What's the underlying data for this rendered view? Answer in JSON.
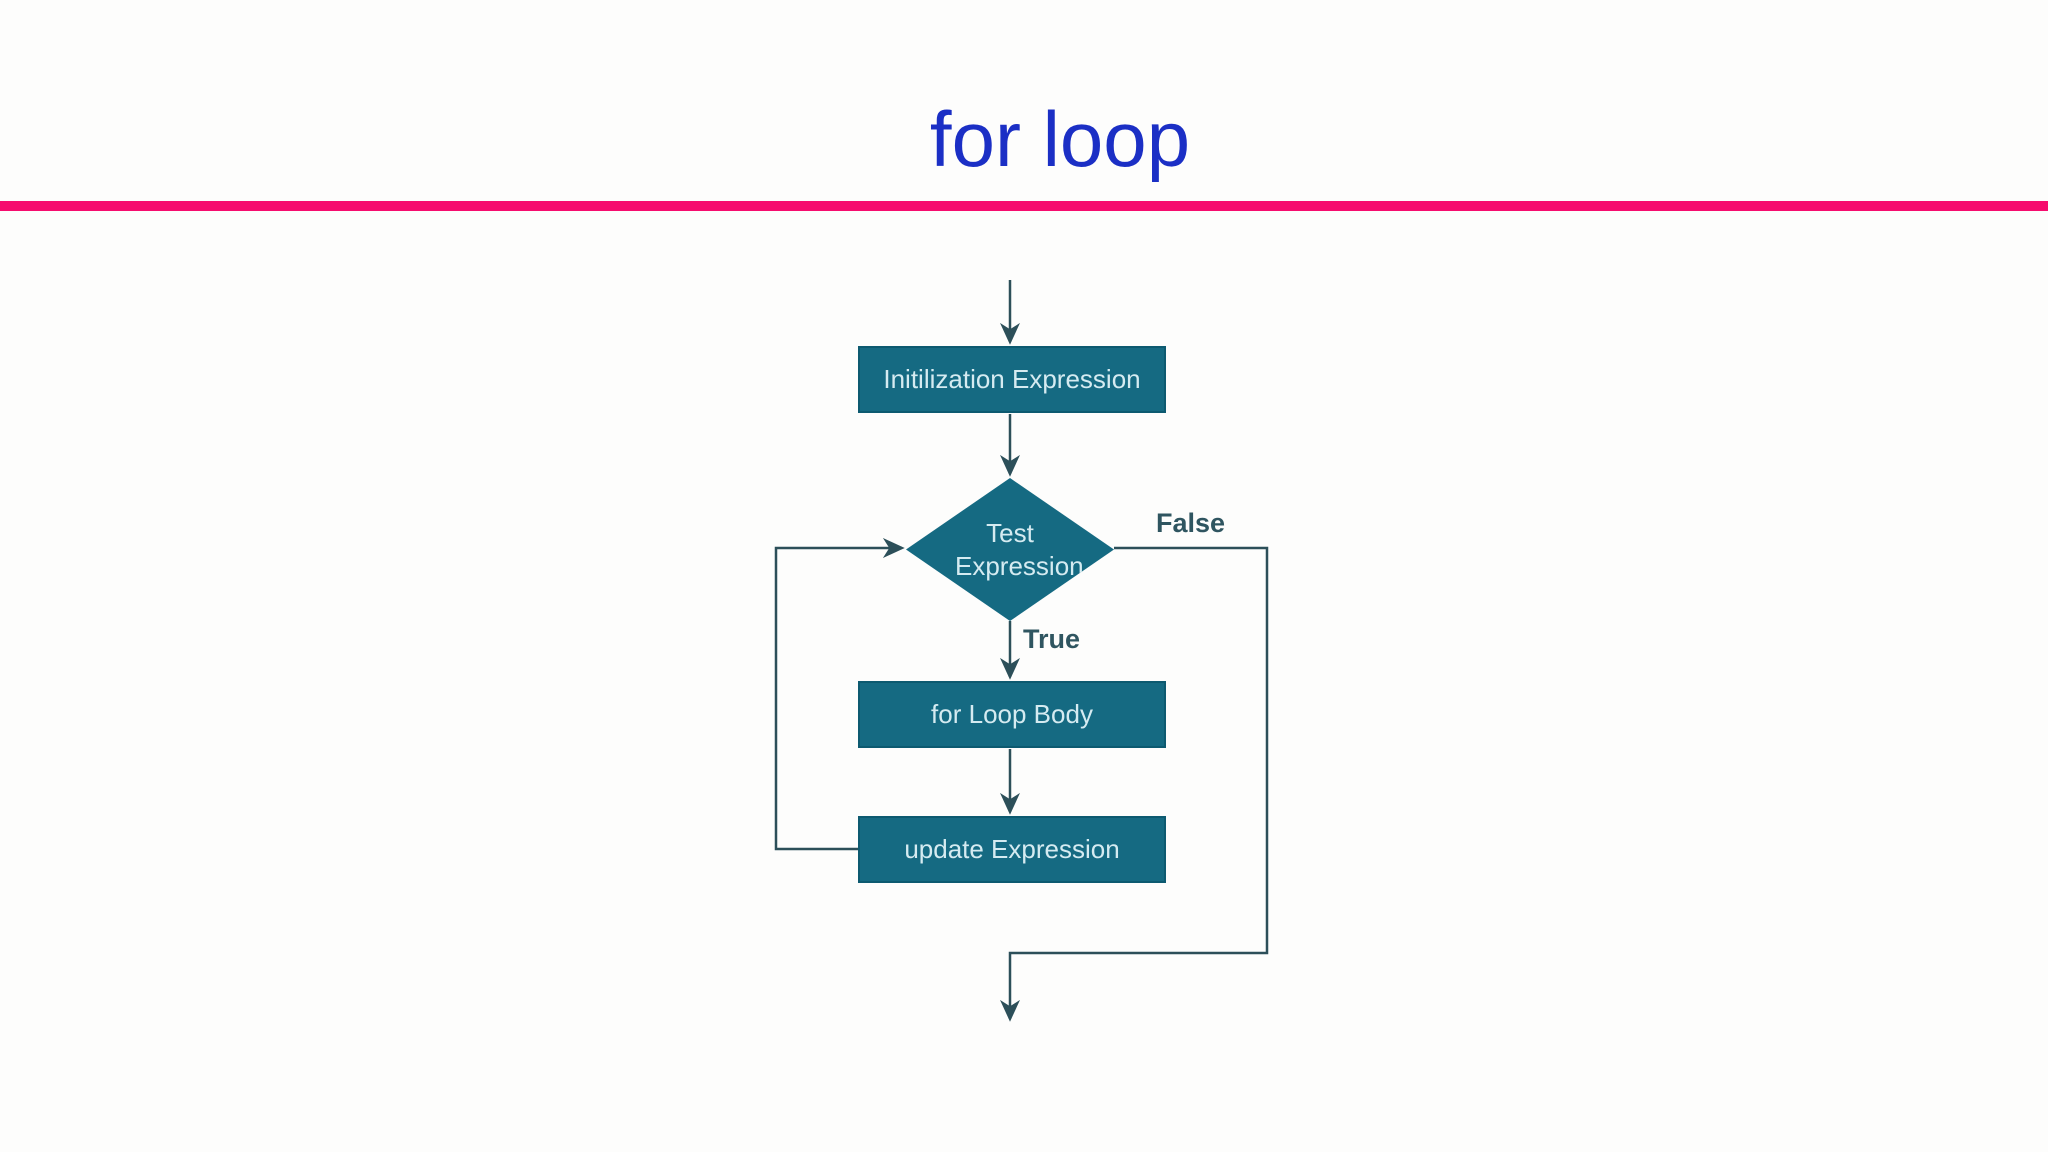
{
  "theme": {
    "page-bg": "#fdfdfc",
    "title-color": "#1b2fc5",
    "divider-color": "#f60c6e",
    "node-fill": "#156a82",
    "node-border": "#0d5a70",
    "node-text": "#d5ebf1",
    "edge-color": "#2c4f59",
    "edge-label-color": "#2f5560"
  },
  "page": {
    "title": "for loop"
  },
  "flowchart": {
    "nodes": [
      {
        "id": "initialization",
        "shape": "rectangle",
        "label": "Initilization Expression"
      },
      {
        "id": "test",
        "shape": "diamond",
        "label": "Test Expression"
      },
      {
        "id": "body",
        "shape": "rectangle",
        "label": "for Loop Body"
      },
      {
        "id": "update",
        "shape": "rectangle",
        "label": "update Expression"
      }
    ],
    "edge_labels": {
      "true_branch": "True",
      "false_branch": "False"
    },
    "edges": [
      {
        "from": "start",
        "to": "initialization"
      },
      {
        "from": "initialization",
        "to": "test"
      },
      {
        "from": "test",
        "to": "body",
        "label": "True"
      },
      {
        "from": "body",
        "to": "update"
      },
      {
        "from": "update",
        "to": "test"
      },
      {
        "from": "test",
        "to": "exit",
        "label": "False"
      }
    ]
  }
}
